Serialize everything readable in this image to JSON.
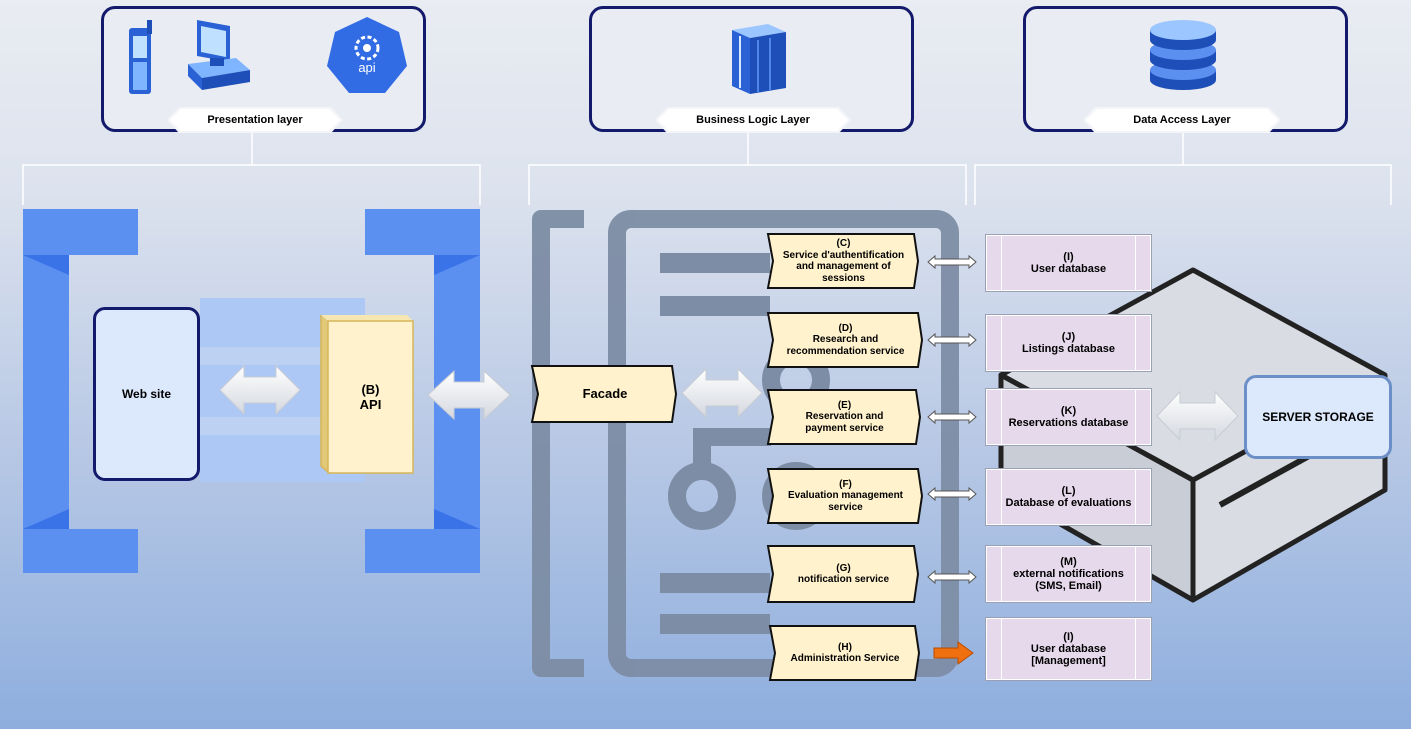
{
  "layers": {
    "presentation": "Presentation layer",
    "business": "Business Logic Layer",
    "data": "Data Access Layer"
  },
  "icons": {
    "presentation": [
      "mobile-phone-icon",
      "desktop-computer-icon",
      "api-gear-icon"
    ],
    "business": "server-icon",
    "data": "database-icon",
    "api_badge_text": "api"
  },
  "presentation": {
    "website": "Web site",
    "api_id": "(B)",
    "api_label": "API"
  },
  "facade": "Facade",
  "services": [
    {
      "id": "(C)",
      "lines": [
        "Service d'authentification",
        "and management of",
        "sessions"
      ]
    },
    {
      "id": "(D)",
      "lines": [
        "Research and",
        "recommendation service"
      ]
    },
    {
      "id": "(E)",
      "lines": [
        "Reservation and",
        "payment service"
      ]
    },
    {
      "id": "(F)",
      "lines": [
        "Evaluation management",
        "service"
      ]
    },
    {
      "id": "(G)",
      "lines": [
        "notification service"
      ]
    },
    {
      "id": "(H)",
      "lines": [
        "Administration Service"
      ]
    }
  ],
  "databases": [
    {
      "id": "(I)",
      "lines": [
        "User database"
      ]
    },
    {
      "id": "(J)",
      "lines": [
        "Listings database"
      ]
    },
    {
      "id": "(K)",
      "lines": [
        "Reservations database"
      ]
    },
    {
      "id": "(L)",
      "lines": [
        "Database of evaluations"
      ]
    },
    {
      "id": "(M)",
      "lines": [
        "external notifications",
        "(SMS, Email)"
      ]
    },
    {
      "id": "(I)",
      "lines": [
        "User database",
        "[Management]"
      ]
    }
  ],
  "server_storage": "SERVER STORAGE",
  "colors": {
    "layer_border": "#141a6b",
    "service_fill": "#fff2cc",
    "db_fill": "#e6d9ec",
    "blue_frame": "#5b8ff0",
    "admin_arrow": "#f07010"
  }
}
